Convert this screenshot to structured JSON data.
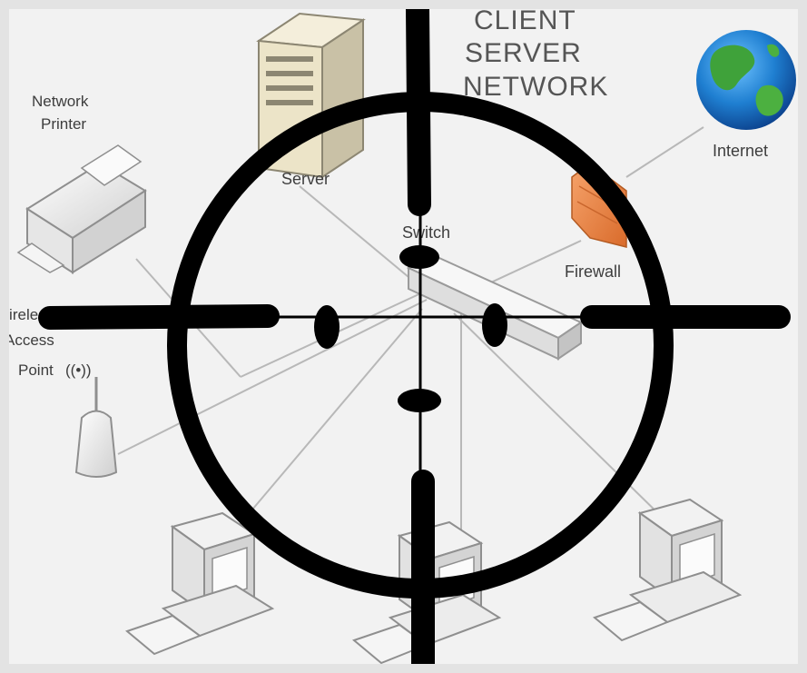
{
  "title": {
    "line1": "CLIENT",
    "line2": "SERVER",
    "line3": "NETWORK"
  },
  "labels": {
    "network_printer_1": "Network",
    "network_printer_2": "Printer",
    "server": "Server",
    "internet": "Internet",
    "switch": "Switch",
    "firewall": "Firewall",
    "wireless_1": "Wireless",
    "wireless_2": "Access",
    "wireless_3": "Point",
    "wireless_waves": "((•))"
  },
  "icons": {
    "server": "server-tower-icon",
    "printer": "printer-icon",
    "globe": "globe-icon",
    "firewall": "firewall-icon",
    "switch": "network-switch-icon",
    "access_point": "wireless-access-point-icon",
    "workstation": "desktop-computer-icon",
    "crosshair": "crosshair-reticle-icon"
  },
  "colors": {
    "reticle": "#000000",
    "firewall": "#e8894a",
    "globe_water": "#1f7fd1",
    "globe_land": "#3fa23a",
    "device_body": "#eeeeee",
    "device_stroke": "#9a9a9a",
    "link_line": "#b5b5b5"
  }
}
